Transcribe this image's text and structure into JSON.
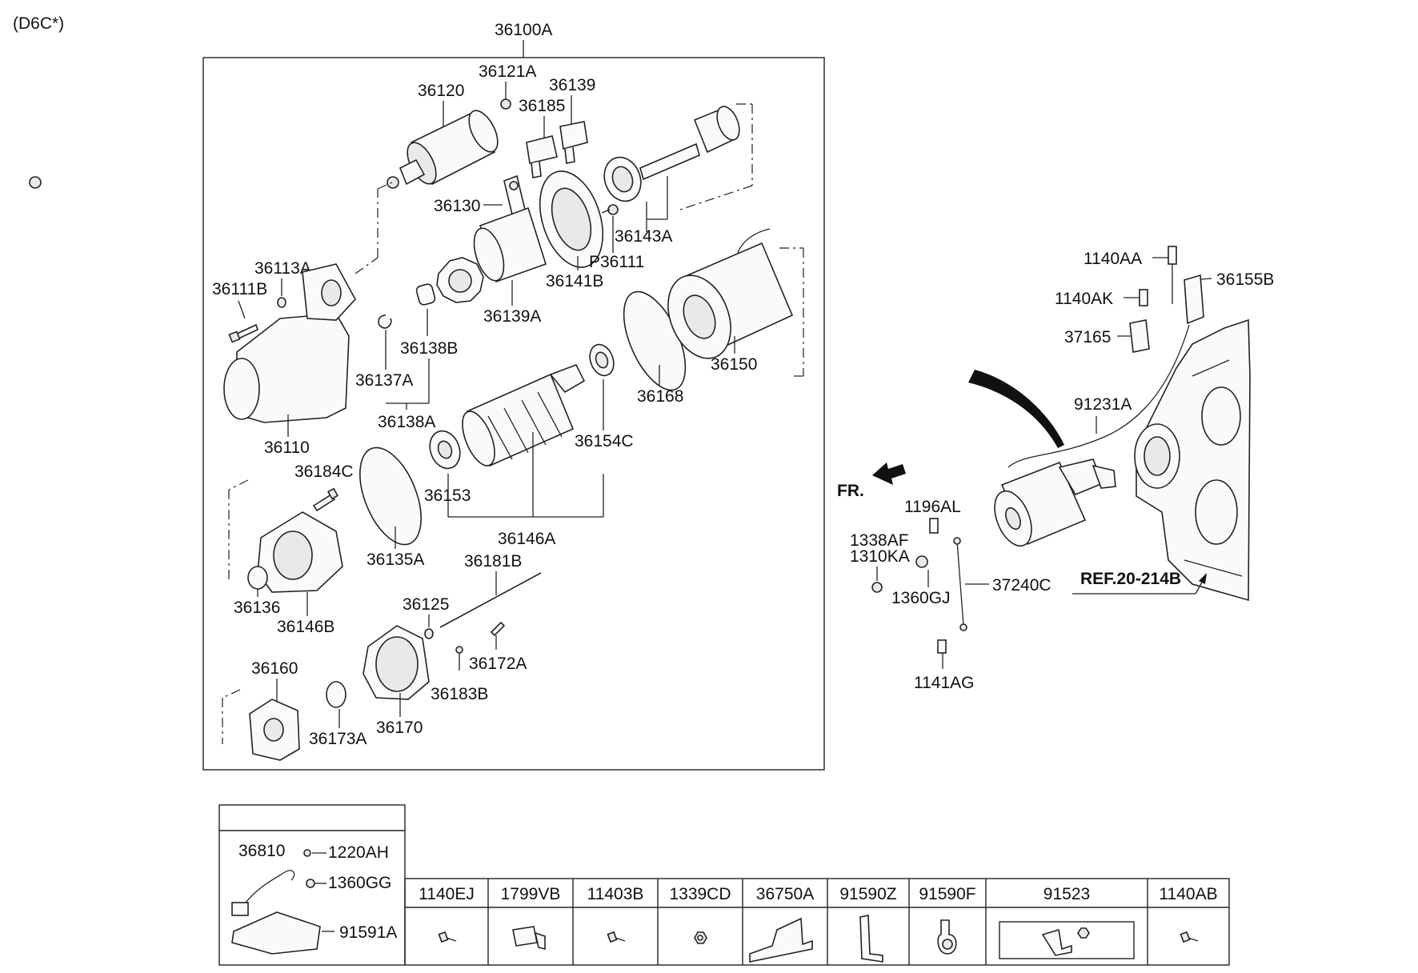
{
  "variant": "(D6C*)",
  "assembly_label": "36100A",
  "callouts": {
    "p36121A": "36121A",
    "p36139": "36139",
    "p36120": "36120",
    "p36185": "36185",
    "p36130": "36130",
    "p36143A": "36143A",
    "pP36111": "P36111",
    "p36141B": "36141B",
    "p36113A": "36113A",
    "p36111B": "36111B",
    "p36139A": "36139A",
    "p36138B": "36138B",
    "p36150": "36150",
    "p36137A": "36137A",
    "p36168": "36168",
    "p36138A": "36138A",
    "p36110": "36110",
    "p36154C": "36154C",
    "p36184C": "36184C",
    "p36153": "36153",
    "p36146A": "36146A",
    "p36135A": "36135A",
    "p36181B": "36181B",
    "p36136": "36136",
    "p36125": "36125",
    "p36146B": "36146B",
    "p36172A": "36172A",
    "p36160": "36160",
    "p36183B": "36183B",
    "p36173A": "36173A",
    "p36170": "36170",
    "p1140AA": "1140AA",
    "p36155B": "36155B",
    "p1140AK": "1140AK",
    "p37165": "37165",
    "p91231A": "91231A",
    "fr": "FR.",
    "p1196AL": "1196AL",
    "p1338AF": "1338AF",
    "p1310KA": "1310KA",
    "p37240C": "37240C",
    "p1360GJ": "1360GJ",
    "ref": "REF.20-214B",
    "p1141AG": "1141AG"
  },
  "kit": {
    "p36810": "36810",
    "p1220AH": "1220AH",
    "p1360GG": "1360GG",
    "p91591A": "91591A"
  },
  "table_headers": [
    "1140EJ",
    "1799VB",
    "11403B",
    "1339CD",
    "36750A",
    "91590Z",
    "91590F",
    "91523",
    "1140AB"
  ],
  "icons": [
    "bolt-icon",
    "connector-icon",
    "bolt-icon",
    "nut-icon",
    "bracket-icon",
    "strap-bracket-icon",
    "clip-icon",
    "bracket-bolt-icon",
    "bolt-icon"
  ]
}
